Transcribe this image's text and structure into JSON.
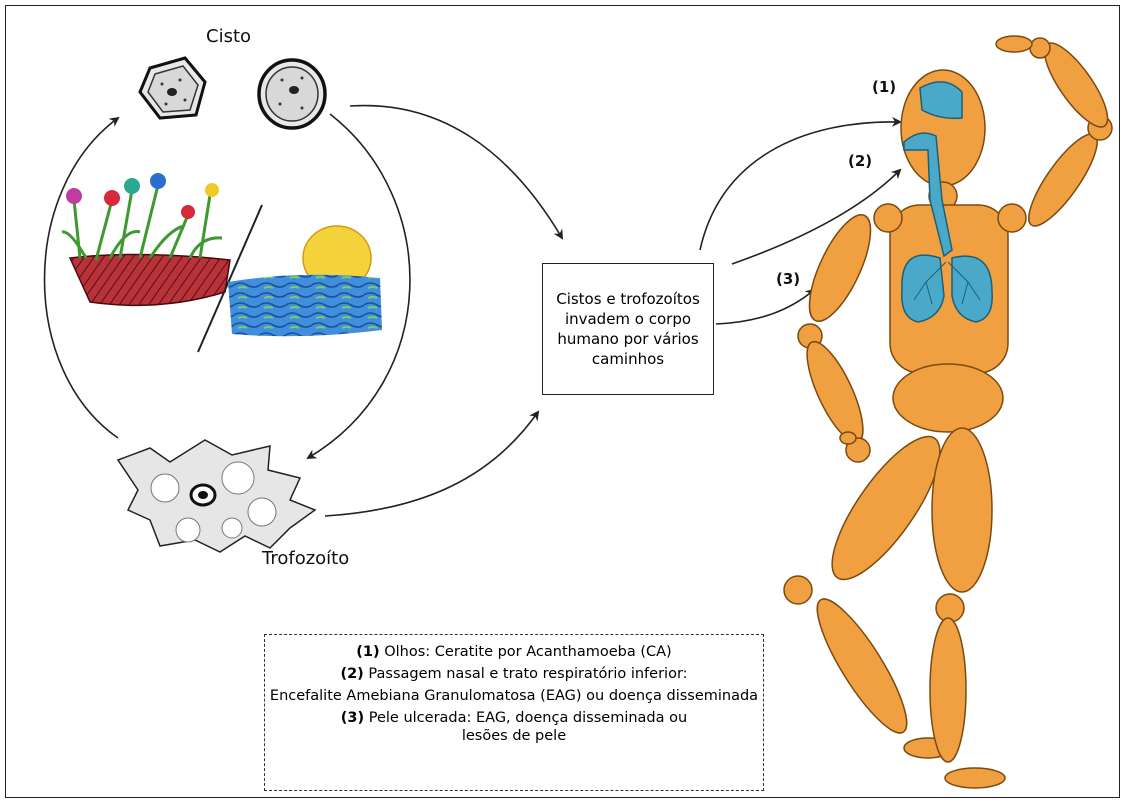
{
  "labels": {
    "cisto": "Cisto",
    "trofozoito": "Trofozoíto",
    "route1": "(1)",
    "route2": "(2)",
    "route3": "(3)"
  },
  "center_box": {
    "text": "Cistos e trofozoítos invadem o corpo humano por vários caminhos"
  },
  "legend": {
    "item1_num": "(1)",
    "item1_text": " Olhos: Ceratite por Acanthamoeba (CA)",
    "item2_num": "(2)",
    "item2_text": " Passagem nasal e trato respiratório inferior:",
    "item2_cont": "Encefalite Amebiana Granulomatosa (EAG) ou doença disseminada",
    "item3_num": "(3)",
    "item3_text": " Pele ulcerada: EAG, doença disseminada ou",
    "item3_cont": "lesões de pele"
  },
  "colors": {
    "body_orange": "#f0a040",
    "organ_blue": "#4aa9c8",
    "soil_red": "#a0222a",
    "water_blue": "#2e7fd0",
    "sun_yellow": "#f4d23a",
    "grass_green": "#3c9a2e"
  }
}
